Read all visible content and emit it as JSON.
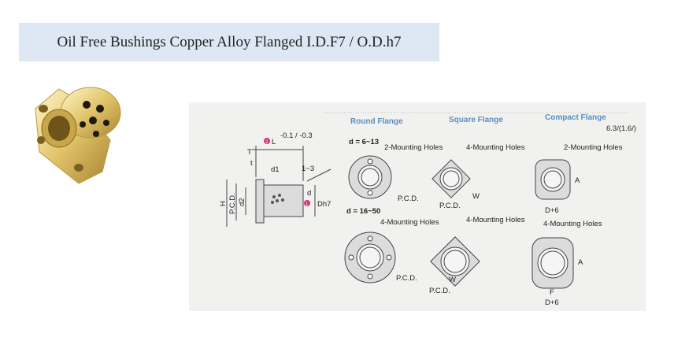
{
  "title": "Oil Free Bushings Copper Alloy Flanged I.D.F7 / O.D.h7",
  "diagram": {
    "headers": {
      "round": "Round Flange",
      "square": "Square Flange",
      "compact": "Compact Flange"
    },
    "roughness": "6.3/(1.6/)",
    "range_small": "d = 6~13",
    "range_large": "d = 16~50",
    "holes_2": "2-Mounting Holes",
    "holes_4": "4-Mounting Holes",
    "pcd": "P.C.D.",
    "w": "W",
    "a": "A",
    "f": "F",
    "d6": "D+6",
    "side": {
      "L": "L",
      "L_tol": "-0.1 / -0.3",
      "T": "T",
      "t": "t",
      "d1": "d1",
      "gap": "1~3",
      "H": "H",
      "pcd": "P.C.D.",
      "d2": "d2",
      "d": "d",
      "Dh7": "Dh7",
      "n1": "1",
      "n2": "2"
    }
  },
  "colors": {
    "title_bg": "#dde8f4",
    "header": "#5b8fc0",
    "marker": "#d6337a",
    "brass": "#d8b85a"
  }
}
